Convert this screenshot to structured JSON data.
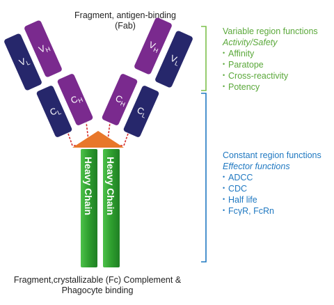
{
  "diagram": {
    "fab_label_line1": "Fragment, antigen-binding",
    "fab_label_line2": "(Fab)",
    "fc_label_line1": "Fragment,crystallizable (Fc) Complement &",
    "fc_label_line2": "Phagocyte binding",
    "heavy_chain_label": "Heavy Chain",
    "domains": {
      "vl": "V",
      "vl_sub": "L",
      "vh": "V",
      "vh_sub": "H",
      "cl": "C",
      "cl_sub": "L",
      "ch": "C",
      "ch_sub": "H"
    }
  },
  "variable": {
    "title": "Variable region functions",
    "subtitle": "Activity/Safety",
    "items": [
      "Affinity",
      "Paratope",
      "Cross-reactivity",
      "Potency"
    ]
  },
  "constant": {
    "title": "Constant region functions",
    "subtitle": "Effector functions",
    "items": [
      "ADCC",
      "CDC",
      "Half life",
      "FcγR, FcRn"
    ]
  },
  "colors": {
    "light_chain": "#26276b",
    "heavy_variable": "#7a2a8e",
    "heavy_stem": "#2e9e2e",
    "hinge_triangle": "#e8772a",
    "disulfide": "#d42a2a",
    "variable_bracket": "#7cc04a",
    "constant_bracket": "#1f78c1"
  }
}
